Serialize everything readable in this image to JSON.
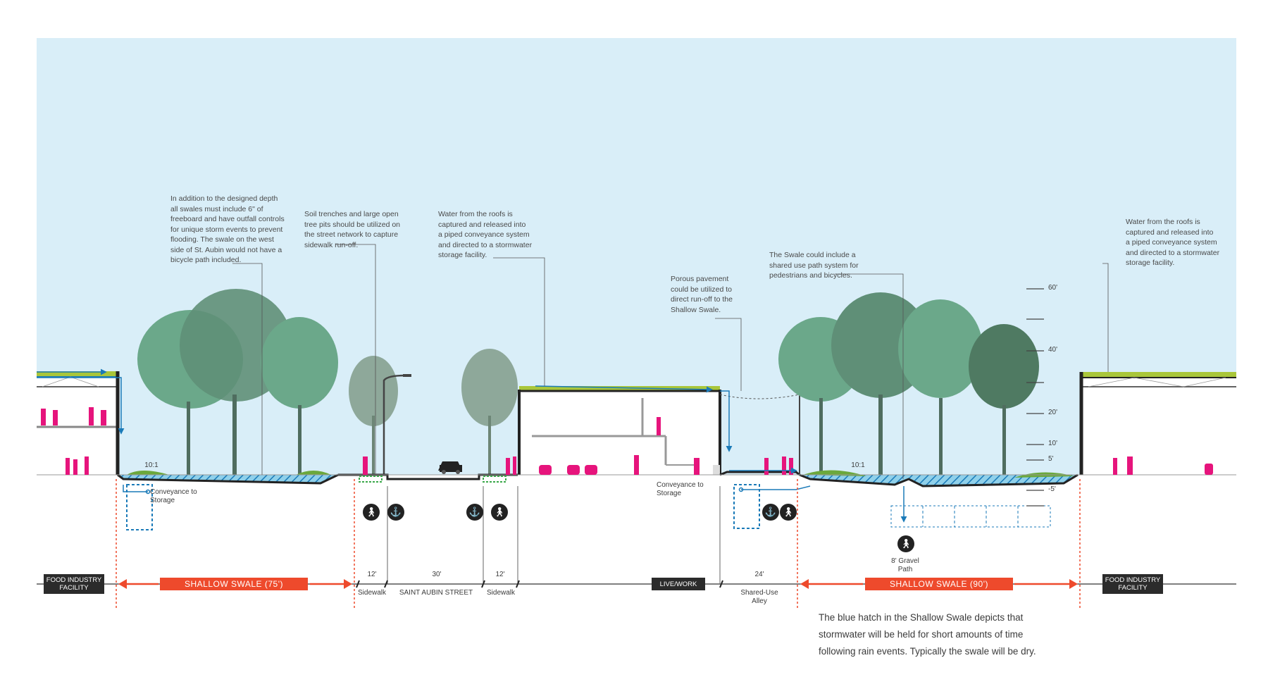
{
  "colors": {
    "sky": "#d9eef8",
    "tree_light": "#6ba88a",
    "tree_dark": "#567e6a",
    "tree_gray": "#8ea89a",
    "people": "#e6147c",
    "water": "#1a7ab8",
    "swale_accent": "#ee4a2c",
    "green_roof": "#a9c63a",
    "ground": "#222222"
  },
  "annotations": {
    "swale_depth": "In addition to the designed depth\nall swales must include 6\" of\nfreeboard and have outfall controls\nfor unique storm events to prevent\nflooding. The swale on the west\nside of St. Aubin would not have a\nbicycle path included.",
    "soil_trenches": "Soil trenches and large open\ntree pits should be utilized on\nthe street network to capture\nsidewalk run-off.",
    "roof_water_center": "Water from the roofs is\ncaptured and released into\na piped conveyance system\nand directed to a stormwater\nstorage facility.",
    "porous_pavement": "Porous pavement\ncould be utilized to\ndirect run-off to the\nShallow Swale.",
    "shared_use": "The Swale could include a\nshared use path system for\npedestrians and bicycles.",
    "roof_water_right": "Water from the roofs is\ncaptured and released into\na piped conveyance system\nand directed to a stormwater\nstorage facility."
  },
  "labels": {
    "slope_left": "10:1",
    "slope_right": "10:1",
    "conveyance_left": "Conveyance to\nStorage",
    "conveyance_right": "Conveyance to\nStorage",
    "gravel_path": "8' Gravel\nPath"
  },
  "scale": [
    "60'",
    "40'",
    "20'",
    "10'",
    "5'",
    "-5'"
  ],
  "icons": {
    "pedestrian": "pedestrian-icon",
    "bicycle": "bicycle-icon"
  },
  "bottom": {
    "food_left": "FOOD INDUSTRY\nFACILITY",
    "swale_left": "SHALLOW SWALE (75')",
    "dim_sidewalk_left": "12'",
    "sidewalk_left": "Sidewalk",
    "dim_street": "30'",
    "street": "SAINT AUBIN STREET",
    "dim_sidewalk_right": "12'",
    "sidewalk_right": "Sidewalk",
    "live_work": "LIVE/WORK",
    "dim_alley": "24'",
    "alley": "Shared-Use\nAlley",
    "swale_right": "SHALLOW SWALE (90')",
    "food_right": "FOOD INDUSTRY\nFACILITY"
  },
  "caption": "The blue hatch in the Shallow Swale depicts that\nstormwater will be held for short amounts of time\nfollowing rain events. Typically the swale will be dry."
}
